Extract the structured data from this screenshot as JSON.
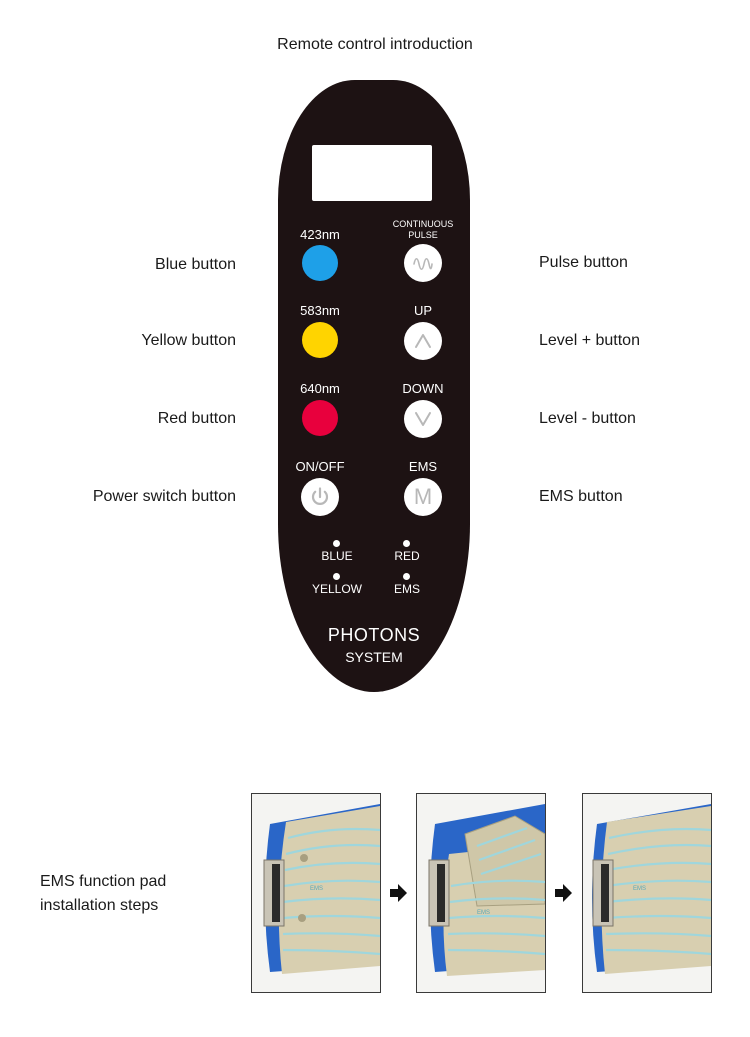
{
  "title": "Remote control introduction",
  "left_labels": {
    "blue": "Blue button",
    "yellow": "Yellow button",
    "red": "Red button",
    "power": "Power switch button"
  },
  "right_labels": {
    "pulse": "Pulse button",
    "level_up": "Level + button",
    "level_down": "Level - button",
    "ems": "EMS button"
  },
  "remote": {
    "blue_label": "423nm",
    "yellow_label": "583nm",
    "red_label": "640nm",
    "power_label": "ON/OFF",
    "pulse_label_line1": "CONTINUOUS",
    "pulse_label_line2": "PULSE",
    "up_label": "UP",
    "down_label": "DOWN",
    "ems_label": "EMS",
    "ems_glyph": "M",
    "indicators": {
      "blue": "BLUE",
      "red": "RED",
      "yellow": "YELLOW",
      "ems": "EMS"
    },
    "brand_line1": "PHOTONS",
    "brand_line2": "SYSTEM",
    "colors": {
      "body": "#1d1213",
      "blue": "#1ea0e8",
      "yellow": "#ffd400",
      "red": "#e8003d"
    },
    "icons": {
      "pulse": "sine-wave-icon",
      "up": "chevron-up-icon",
      "down": "chevron-down-icon",
      "power": "power-icon"
    }
  },
  "steps": {
    "label_line1": "EMS function pad",
    "label_line2": "installation steps",
    "pad_text": "EMS",
    "arrow_icon": "arrow-right-icon"
  }
}
